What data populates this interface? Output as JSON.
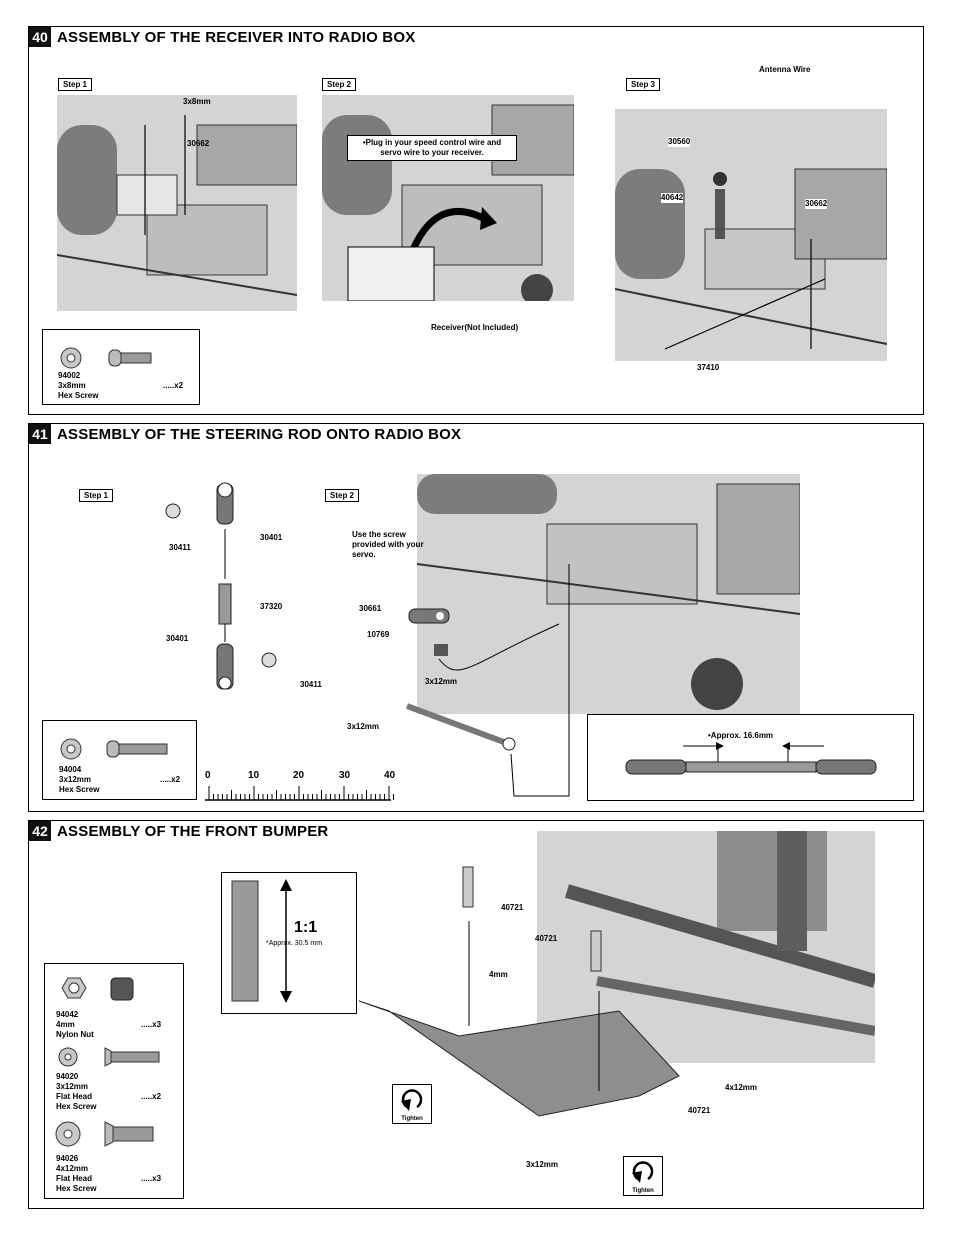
{
  "s40": {
    "number": "40",
    "title": "ASSEMBLY OF THE RECEIVER INTO RADIO BOX",
    "step1": "Step 1",
    "step2": "Step 2",
    "step3": "Step 3",
    "labels": {
      "screw": "3x8mm",
      "part_30662_a": "30662",
      "note": "•Plug in your speed control wire and servo wire to your receiver.",
      "receiver": "Receiver(Not Included)",
      "antenna": "Antenna Wire",
      "part_30560": "30560",
      "part_40642": "40642",
      "part_30662_b": "30662",
      "part_37410": "37410"
    },
    "parts": {
      "code": "94002",
      "size": "3x8mm",
      "qty": ".....x2",
      "name": "Hex Screw"
    }
  },
  "s41": {
    "number": "41",
    "title": "ASSEMBLY OF THE STEERING ROD ONTO RADIO BOX",
    "step1": "Step 1",
    "step2": "Step 2",
    "labels": {
      "p30411_a": "30411",
      "p30401_a": "30401",
      "p37320": "37320",
      "p30401_b": "30401",
      "p30411_b": "30411",
      "servo_note": "Use the screw provided with your servo.",
      "p30661": "30661",
      "p10769": "10769",
      "screw_a": "3x12mm",
      "screw_b": "3x12mm",
      "approx": "•Approx. 16.6mm"
    },
    "ruler": [
      "0",
      "10",
      "20",
      "30",
      "40"
    ],
    "parts": {
      "code": "94004",
      "size": "3x12mm",
      "qty": ".....x2",
      "name": "Hex Screw"
    }
  },
  "s42": {
    "number": "42",
    "title": "ASSEMBLY OF THE FRONT BUMPER",
    "labels": {
      "scale": "1:1",
      "approx": "*Approx. 30.5 mm",
      "p40721_a": "40721",
      "p40721_b": "40721",
      "nut": "4mm",
      "screw_4x12": "4x12mm",
      "p40721_c": "40721",
      "screw_3x12": "3x12mm",
      "tighten_a": "Tighten",
      "tighten_b": "Tighten"
    },
    "parts": [
      {
        "code": "94042",
        "size": "4mm",
        "qty": ".....x3",
        "name": "Nylon Nut"
      },
      {
        "code": "94020",
        "size": "3x12mm",
        "qty": ".....x2",
        "name1": "Flat  Head",
        "name2": "Hex Screw"
      },
      {
        "code": "94026",
        "size": "4x12mm",
        "qty": ".....x3",
        "name1": "Flat  Head",
        "name2": "Hex Screw"
      }
    ]
  },
  "colors": {
    "border": "#000000",
    "art_bg": "#d6d6d6",
    "part_grey": "#9a9a9a"
  }
}
